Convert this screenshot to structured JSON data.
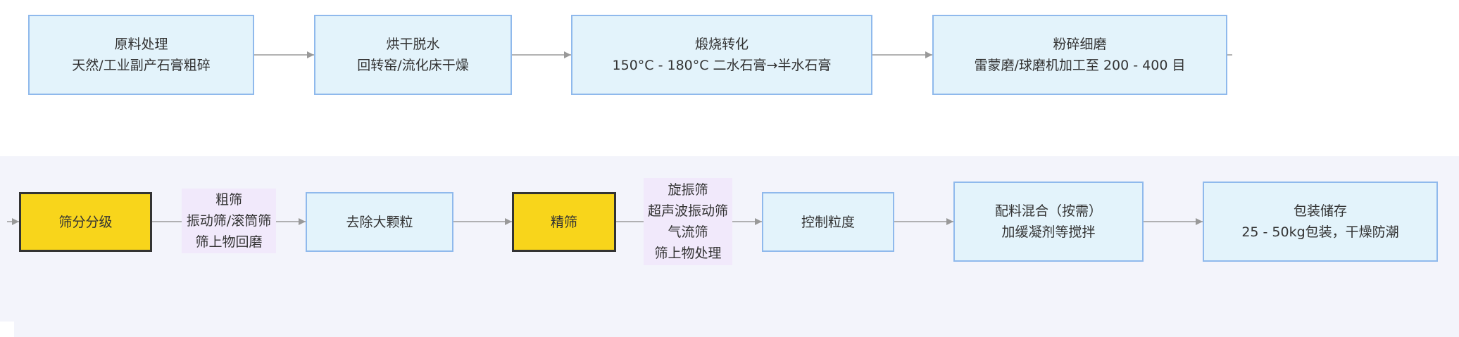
{
  "colors": {
    "node_fill": "#e3f3fb",
    "node_border": "#8fb9ec",
    "highlight_fill": "#f8d51b",
    "highlight_border": "#333333",
    "edge_label_bg": "#f1e9fb",
    "edge": "#999999",
    "band": "#f3f4fb"
  },
  "nodes": {
    "raw": {
      "lines": [
        "原料处理",
        "天然/工业副产石膏粗碎"
      ]
    },
    "dry": {
      "lines": [
        "烘干脱水",
        "回转窑/流化床干燥"
      ]
    },
    "calcine": {
      "lines": [
        "煅烧转化",
        "150°C - 180°C 二水石膏→半水石膏"
      ]
    },
    "grind": {
      "lines": [
        "粉碎细磨",
        "雷蒙磨/球磨机加工至 200 - 400 目"
      ]
    },
    "screen": {
      "lines": [
        "筛分分级"
      ]
    },
    "remove": {
      "lines": [
        "去除大颗粒"
      ]
    },
    "fine": {
      "lines": [
        "精筛"
      ]
    },
    "control": {
      "lines": [
        "控制粒度"
      ]
    },
    "mix": {
      "lines": [
        "配料混合（按需）",
        "加缓凝剂等搅拌"
      ]
    },
    "pack": {
      "lines": [
        "包装储存",
        "25 - 50kg包装，干燥防潮"
      ]
    }
  },
  "edge_labels": {
    "coarse": {
      "lines": [
        "粗筛",
        "振动筛/滚筒筛",
        "筛上物回磨"
      ]
    },
    "finescr": {
      "lines": [
        "旋振筛",
        "超声波振动筛",
        "气流筛",
        "筛上物处理"
      ]
    }
  }
}
